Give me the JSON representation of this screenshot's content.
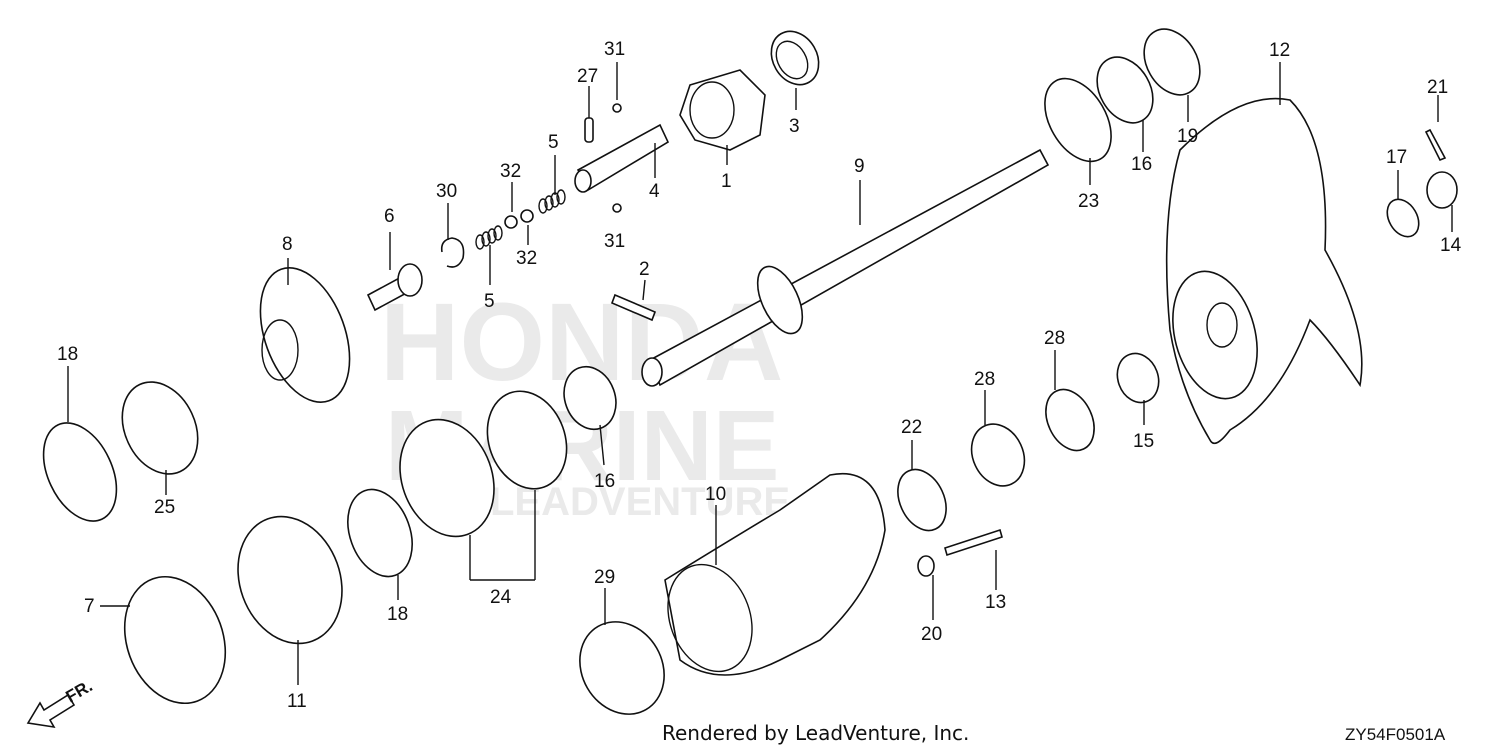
{
  "watermark": {
    "line1": "HONDA",
    "line2": "MARINE",
    "line3": "LEADVENTURE"
  },
  "footer": {
    "credit": "Rendered by LeadVenture, Inc.",
    "code": "ZY54F0501A"
  },
  "direction": {
    "label": "FR."
  },
  "callouts": [
    "1",
    "2",
    "3",
    "4",
    "5",
    "5",
    "6",
    "7",
    "8",
    "9",
    "10",
    "11",
    "12",
    "13",
    "14",
    "15",
    "16",
    "16",
    "17",
    "18",
    "18",
    "19",
    "20",
    "21",
    "22",
    "23",
    "24",
    "25",
    "27",
    "28",
    "28",
    "29",
    "30",
    "31",
    "31",
    "32",
    "32"
  ]
}
